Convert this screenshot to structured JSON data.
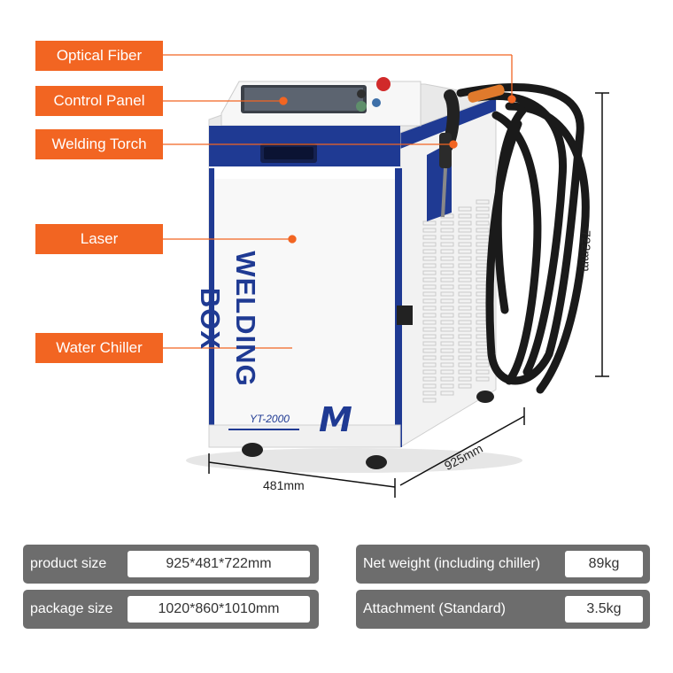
{
  "callouts": [
    {
      "label": "Optical Fiber"
    },
    {
      "label": "Control Panel"
    },
    {
      "label": "Welding Torch"
    },
    {
      "label": "Laser"
    },
    {
      "label": "Water Chiller"
    }
  ],
  "machine": {
    "brand_text": "WELDING BOX",
    "model": "YT-2000",
    "logo_letter": "M"
  },
  "dimensions": {
    "height": "722mm",
    "depth": "925mm",
    "width": "481mm"
  },
  "specs": [
    {
      "label": "product size",
      "value": "925*481*722mm"
    },
    {
      "label": "Net weight (including chiller)",
      "value": "89kg"
    },
    {
      "label": "package size",
      "value": "1020*860*1010mm"
    },
    {
      "label": "Attachment (Standard)",
      "value": "3.5kg"
    }
  ],
  "colors": {
    "accent": "#f26522",
    "brand_blue": "#1f3a93",
    "spec_bg": "#6d6d6d"
  }
}
